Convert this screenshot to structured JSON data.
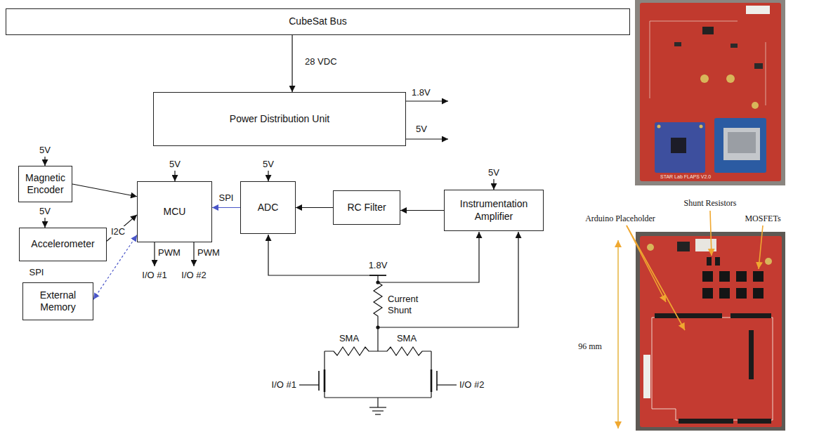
{
  "diagram": {
    "nodes": [
      {
        "text": [
          "CubeSat Bus"
        ]
      },
      {
        "text": [
          "Power Distribution Unit"
        ]
      },
      {
        "text": [
          "Magnetic Encoder"
        ]
      },
      {
        "text": [
          "Accelerometer"
        ]
      },
      {
        "text": [
          "External Memory"
        ]
      },
      {
        "text": [
          "MCU"
        ]
      },
      {
        "text": [
          "ADC"
        ]
      },
      {
        "text": [
          "RC Filter"
        ]
      },
      {
        "text": [
          "Instrumentation Amplifier"
        ]
      }
    ],
    "edges": [
      {
        "from": 0,
        "to": 1,
        "label": "28 VDC",
        "arrow": "to"
      },
      {
        "from": 2,
        "to": 5,
        "arrow": "to"
      },
      {
        "from": 3,
        "to": 5,
        "label": "I2C",
        "arrow": "to"
      },
      {
        "from": 4,
        "to": 5,
        "label": "SPI",
        "arrow": "both"
      },
      {
        "from": 6,
        "to": 5,
        "label": "SPI",
        "arrow": "to"
      },
      {
        "from": 7,
        "to": 6,
        "arrow": "to"
      },
      {
        "from": 8,
        "to": 7,
        "arrow": "to"
      }
    ],
    "labels": [
      "1.8V",
      "5V",
      "5V",
      "5V",
      "5V",
      "5V",
      "5V",
      "PWM",
      "PWM",
      "I/O #1",
      "I/O #2",
      "1.8V",
      "Current Shunt",
      "SMA",
      "SMA",
      "I/O #1",
      "I/O #2",
      "STAR Lab FLAPS V2.0",
      "Arduino Placeholder",
      "Shunt Resistors",
      "MOSFETs",
      "96 mm"
    ]
  }
}
